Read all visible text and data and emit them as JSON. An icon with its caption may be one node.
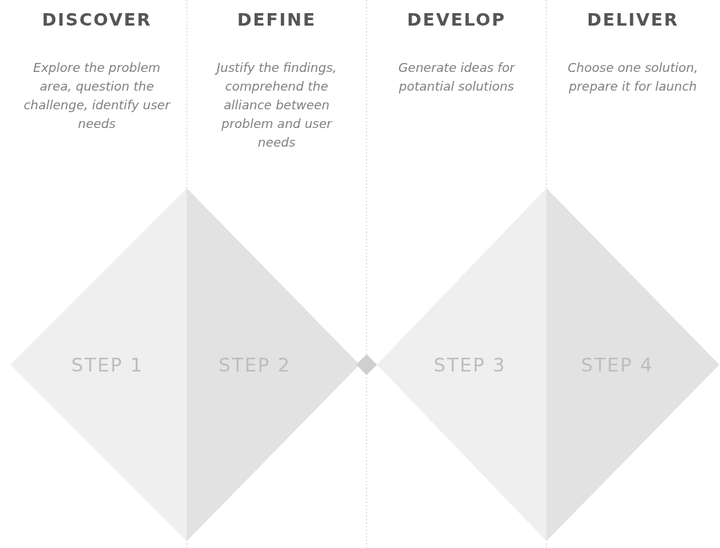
{
  "diagram": {
    "nodes": [
      {
        "text": [
          "STEP 1"
        ]
      },
      {
        "text": [
          "STEP 2"
        ]
      },
      {
        "text": [],
        "shape": "diamond"
      },
      {
        "text": [
          "STEP 3"
        ]
      },
      {
        "text": [
          "STEP 4"
        ]
      }
    ],
    "edges": [],
    "labels": [
      "DISCOVER",
      "DEFINE",
      "DEVELOP",
      "DELIVER",
      "Explore the problem area, question the challenge, identify user needs",
      "Justify the findings, comprehend the alliance between problem and user needs",
      "Generate ideas for potantial solutions",
      "Choose one solution, prepare it for launch"
    ]
  }
}
